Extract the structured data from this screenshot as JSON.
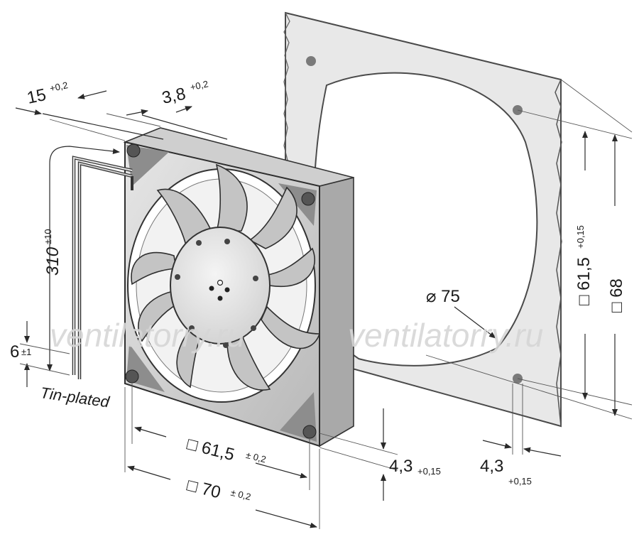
{
  "dimensions": {
    "depth": {
      "value": "15",
      "tol": "+0,2"
    },
    "rim": {
      "value": "3,8",
      "tol": "+0,2"
    },
    "lead_length": {
      "value": "310",
      "tol": "±10"
    },
    "lead_strip": {
      "value": "6",
      "tol": "±1"
    },
    "hole_pitch": {
      "value": "□ 61,5",
      "tol": "± 0,2"
    },
    "frame_size": {
      "value": "□ 70",
      "tol": "± 0,2"
    },
    "hole_offset_fan": {
      "value": "4,3",
      "tol": "+0,15"
    },
    "hole_offset_panel": {
      "value": "4,3",
      "tol": "+0,15"
    },
    "cutout_diameter": {
      "value": "⌀ 75"
    },
    "panel_hole_pitch": {
      "value": "□ 61,5",
      "tol": "+0,15"
    },
    "panel_size": {
      "value": "□ 68"
    }
  },
  "note_leads": "Tin-plated",
  "watermark": "ventilatorry.ru",
  "colors": {
    "frame": "#d4d4d4",
    "frame_dark": "#8c8c8c",
    "blade": "#c2c2c2",
    "panel": "#e9e9e9",
    "line": "#2a2a2a"
  }
}
